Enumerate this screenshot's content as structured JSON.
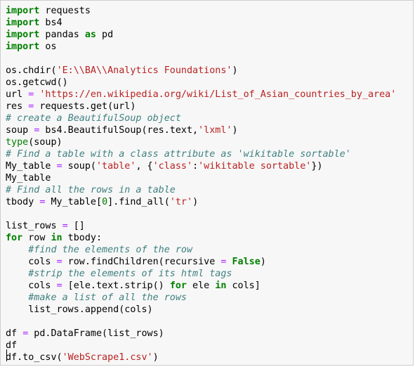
{
  "editor": {
    "language": "python",
    "lines": [
      [
        {
          "t": "kw",
          "v": "import"
        },
        {
          "t": "p",
          "v": " requests"
        }
      ],
      [
        {
          "t": "kw",
          "v": "import"
        },
        {
          "t": "p",
          "v": " bs4"
        }
      ],
      [
        {
          "t": "kw",
          "v": "import"
        },
        {
          "t": "p",
          "v": " pandas "
        },
        {
          "t": "kw",
          "v": "as"
        },
        {
          "t": "p",
          "v": " pd"
        }
      ],
      [
        {
          "t": "kw",
          "v": "import"
        },
        {
          "t": "p",
          "v": " os"
        }
      ],
      [],
      [
        {
          "t": "p",
          "v": "os.chdir("
        },
        {
          "t": "str",
          "v": "'E:\\\\BA\\\\Analytics Foundations'"
        },
        {
          "t": "p",
          "v": ")"
        }
      ],
      [
        {
          "t": "p",
          "v": "os.getcwd()"
        }
      ],
      [
        {
          "t": "p",
          "v": "url "
        },
        {
          "t": "op",
          "v": "="
        },
        {
          "t": "p",
          "v": " "
        },
        {
          "t": "str",
          "v": "'https://en.wikipedia.org/wiki/List_of_Asian_countries_by_area'"
        }
      ],
      [
        {
          "t": "p",
          "v": "res "
        },
        {
          "t": "op",
          "v": "="
        },
        {
          "t": "p",
          "v": " requests.get(url)"
        }
      ],
      [
        {
          "t": "cm",
          "v": "# create a BeautifulSoup object"
        }
      ],
      [
        {
          "t": "p",
          "v": "soup "
        },
        {
          "t": "op",
          "v": "="
        },
        {
          "t": "p",
          "v": " bs4.BeautifulSoup(res.text,"
        },
        {
          "t": "str",
          "v": "'lxml'"
        },
        {
          "t": "p",
          "v": ")"
        }
      ],
      [
        {
          "t": "bi",
          "v": "type"
        },
        {
          "t": "p",
          "v": "(soup)"
        }
      ],
      [
        {
          "t": "cm",
          "v": "# Find a table with a class attribute as 'wikitable sortable'"
        }
      ],
      [
        {
          "t": "p",
          "v": "My_table "
        },
        {
          "t": "op",
          "v": "="
        },
        {
          "t": "p",
          "v": " soup("
        },
        {
          "t": "str",
          "v": "'table'"
        },
        {
          "t": "p",
          "v": ", {"
        },
        {
          "t": "str",
          "v": "'class'"
        },
        {
          "t": "p",
          "v": ":"
        },
        {
          "t": "str",
          "v": "'wikitable sortable'"
        },
        {
          "t": "p",
          "v": "})"
        }
      ],
      [
        {
          "t": "p",
          "v": "My_table"
        }
      ],
      [
        {
          "t": "cm",
          "v": "# Find all the rows in a table"
        }
      ],
      [
        {
          "t": "p",
          "v": "tbody "
        },
        {
          "t": "op",
          "v": "="
        },
        {
          "t": "p",
          "v": " My_table["
        },
        {
          "t": "num",
          "v": "0"
        },
        {
          "t": "p",
          "v": "].find_all("
        },
        {
          "t": "str",
          "v": "'tr'"
        },
        {
          "t": "p",
          "v": ")"
        }
      ],
      [],
      [
        {
          "t": "p",
          "v": "list_rows "
        },
        {
          "t": "op",
          "v": "="
        },
        {
          "t": "p",
          "v": " []"
        }
      ],
      [
        {
          "t": "kw",
          "v": "for"
        },
        {
          "t": "p",
          "v": " row "
        },
        {
          "t": "kw",
          "v": "in"
        },
        {
          "t": "p",
          "v": " tbody:"
        }
      ],
      [
        {
          "t": "p",
          "v": "    "
        },
        {
          "t": "cm",
          "v": "#find the elements of the row"
        }
      ],
      [
        {
          "t": "p",
          "v": "    cols "
        },
        {
          "t": "op",
          "v": "="
        },
        {
          "t": "p",
          "v": " row.findChildren(recursive "
        },
        {
          "t": "op",
          "v": "="
        },
        {
          "t": "p",
          "v": " "
        },
        {
          "t": "kw",
          "v": "False"
        },
        {
          "t": "p",
          "v": ")"
        }
      ],
      [
        {
          "t": "p",
          "v": "    "
        },
        {
          "t": "cm",
          "v": "#strip the elements of its html tags"
        }
      ],
      [
        {
          "t": "p",
          "v": "    cols "
        },
        {
          "t": "op",
          "v": "="
        },
        {
          "t": "p",
          "v": " [ele.text.strip() "
        },
        {
          "t": "kw",
          "v": "for"
        },
        {
          "t": "p",
          "v": " ele "
        },
        {
          "t": "kw",
          "v": "in"
        },
        {
          "t": "p",
          "v": " cols]"
        }
      ],
      [
        {
          "t": "p",
          "v": "    "
        },
        {
          "t": "cm",
          "v": "#make a list of all the rows"
        }
      ],
      [
        {
          "t": "p",
          "v": "    list_rows.append(cols)"
        }
      ],
      [],
      [
        {
          "t": "p",
          "v": "df "
        },
        {
          "t": "op",
          "v": "="
        },
        {
          "t": "p",
          "v": " pd.DataFrame(list_rows)"
        }
      ],
      [
        {
          "t": "p",
          "v": "df"
        }
      ],
      [
        {
          "t": "p",
          "v": "df.to_csv("
        },
        {
          "t": "str",
          "v": "'WebScrape1.csv'"
        },
        {
          "t": "p",
          "v": ")"
        }
      ]
    ]
  },
  "colors": {
    "keyword": "#008000",
    "string": "#ba2121",
    "comment": "#408080",
    "operator": "#aa22ff",
    "background": "#f7f7f7",
    "border": "#cfcfcf"
  }
}
